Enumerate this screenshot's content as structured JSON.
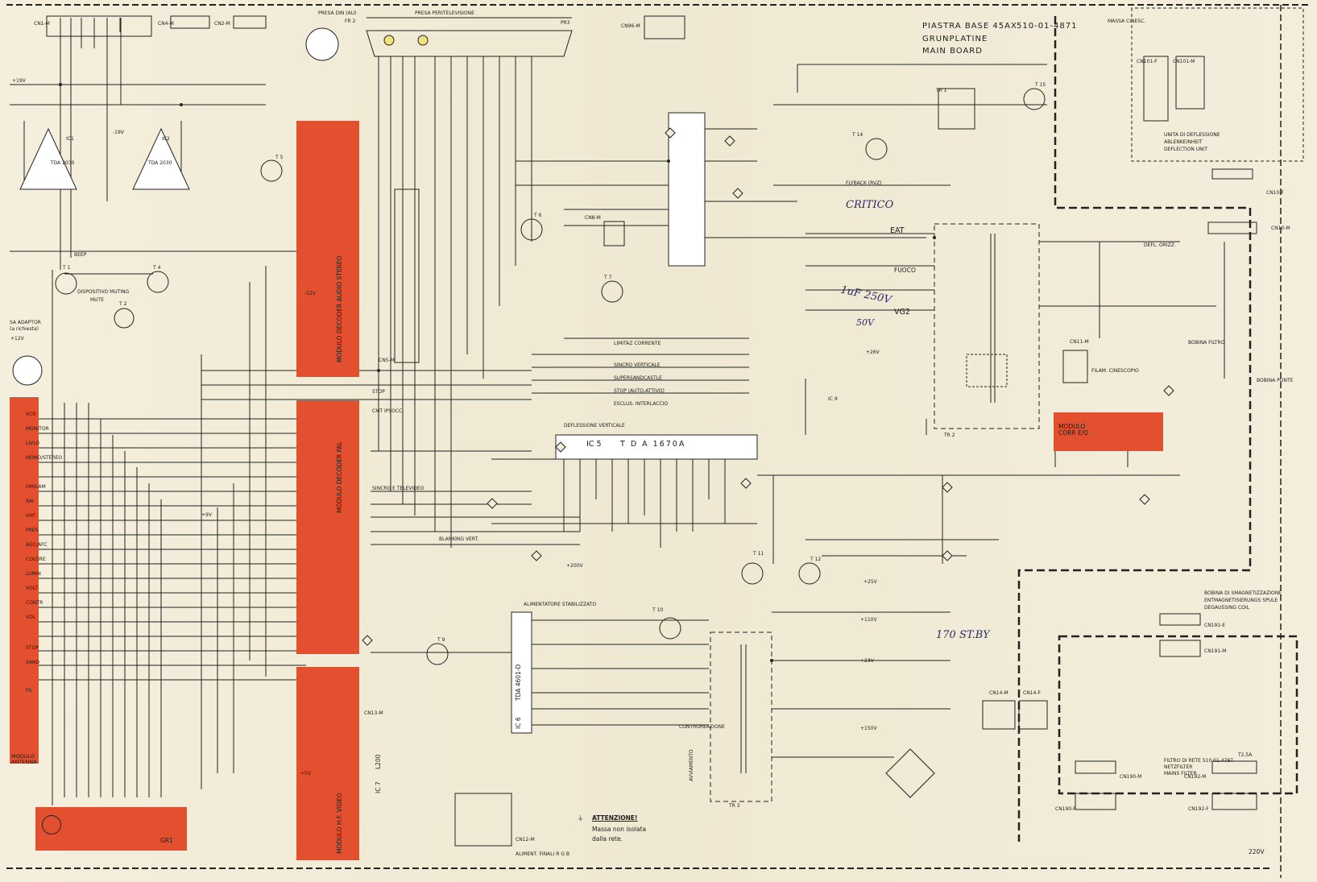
{
  "title_block": {
    "line1": "PIASTRA BASE 45AX",
    "part_number": "510-01-4871",
    "line2": "GRUNPLATINE",
    "line3": "MAIN BOARD"
  },
  "modules": [
    {
      "id": "audio",
      "label": "MODULO DECODER AUDIO STEREO"
    },
    {
      "id": "pal",
      "label": "MODULO DECODER PAL"
    },
    {
      "id": "hf",
      "label": "MODULO H.F. VIDEO"
    },
    {
      "id": "antenna",
      "label": "MODULO ANTENNA"
    },
    {
      "id": "ew",
      "label": "MODULO CORR E/O"
    },
    {
      "id": "gr1",
      "label": "GR1"
    }
  ],
  "connectors": {
    "top": [
      "CN1-M",
      "CN4-M",
      "CN2-M",
      "CN96-M",
      "PR3",
      "CN101-F",
      "CN101-M"
    ],
    "right": [
      "CN10-F",
      "CN10-M",
      "CN11-M",
      "CN191-E",
      "CN191-M",
      "CN190-M",
      "CN190-F",
      "CN192-M",
      "CN192-F"
    ],
    "middle": [
      "CN5-M",
      "CN8-M",
      "CN13-M",
      "CN12-M",
      "CN14-M",
      "CN14-F"
    ]
  },
  "presa_din": "PRESA DIN (AU)",
  "presa_din_sub": "FR 2",
  "presa_peritelevisione": "PRESA PERITELEVISIONE",
  "massa_label": "MASSA CINESC.",
  "deflection_unit": [
    "UNITA DI DEFLESSIONE",
    "ABLENKEINHEIT",
    "DEFLECTION UNIT"
  ],
  "ics": {
    "ic5": "IC 5",
    "ic5_part": "T D A 1670A",
    "ic1": "IC1",
    "ic1_part": "TDA 2030",
    "ic2": "IC2",
    "ic2_part": "TDA 2030",
    "ic6": "IC 6",
    "ic6_part": "TDA 4601-D",
    "ic7": "IC 7",
    "ic7_part": "L200",
    "ic9": "IC 9"
  },
  "transistors": [
    "T 1",
    "T 2",
    "T 4",
    "T 5",
    "T 6",
    "T 7",
    "T 9",
    "T 10",
    "T 11",
    "T 12",
    "T 14",
    "T 15"
  ],
  "transformers": [
    "TR 1",
    "TR 2",
    "TR 3"
  ],
  "signal_labels": [
    "VCR",
    "MONITOR",
    "LIVLO",
    "MONO/STEREO",
    "OM/LAM",
    "RAI",
    "VHF",
    "PRES",
    "AGC/AFC",
    "COLORE",
    "LUMIN",
    "VOLT",
    "CONTR",
    "VOL",
    "STOP",
    "FS",
    "SAND",
    "MUTE",
    "BEEP",
    "DISPOSITIVO MUTING",
    "STOP",
    "CMT IPSOCC",
    "LIMITAZ CORRENTE",
    "SINCRO VERTICALE",
    "SUPERSANDCASTLE",
    "STOP (AUTO-ATTIVO)",
    "ESCLUS. INTERLACCIO",
    "DEFLESSIONE VERTICALE",
    "BLANKING VERT.",
    "SINCRO E TELEVIDEO",
    "CONTROREAZIONE",
    "AVVIAMENTO",
    "ALIMENTATORE STABILIZZATO",
    "FLYBACK (RVZ)",
    "EAT",
    "FUOCO",
    "VG2",
    "FILAM. CINESCOPIO",
    "BOBINA FILTRO",
    "BOBINA PONTE",
    "DEFL. ORIZZ."
  ],
  "sa_adaptor": [
    "SA ADAPTOR",
    "(a richiesta)"
  ],
  "degauss": [
    "BOBINA DI SMAGNETIZZAZIONE",
    "ENTMAGNETISIERUNGS SPULE",
    "DEGAUSSING COIL"
  ],
  "mains_filter": [
    "FILTRO DI RETE 510.01.4797",
    "NETZFILTER",
    "MAINS FILTER"
  ],
  "fuse": "T2,5A",
  "mains_voltage": "220V",
  "warning": {
    "head": "ATTENZIONE!",
    "text1": "Massa non isolata",
    "text2": "dalla rete."
  },
  "cn12_caption": "ALIMENT. FINALI R G B",
  "handwritten": [
    "CRITICO",
    "1uF 250V",
    "50V",
    "170 ST.BY"
  ],
  "voltages": [
    "+19V",
    "-19V",
    "+12V",
    "-12V",
    "+26V",
    "+5V",
    "+9V",
    "+23V",
    "+150V",
    "+110V",
    "+200V",
    "+25V"
  ]
}
